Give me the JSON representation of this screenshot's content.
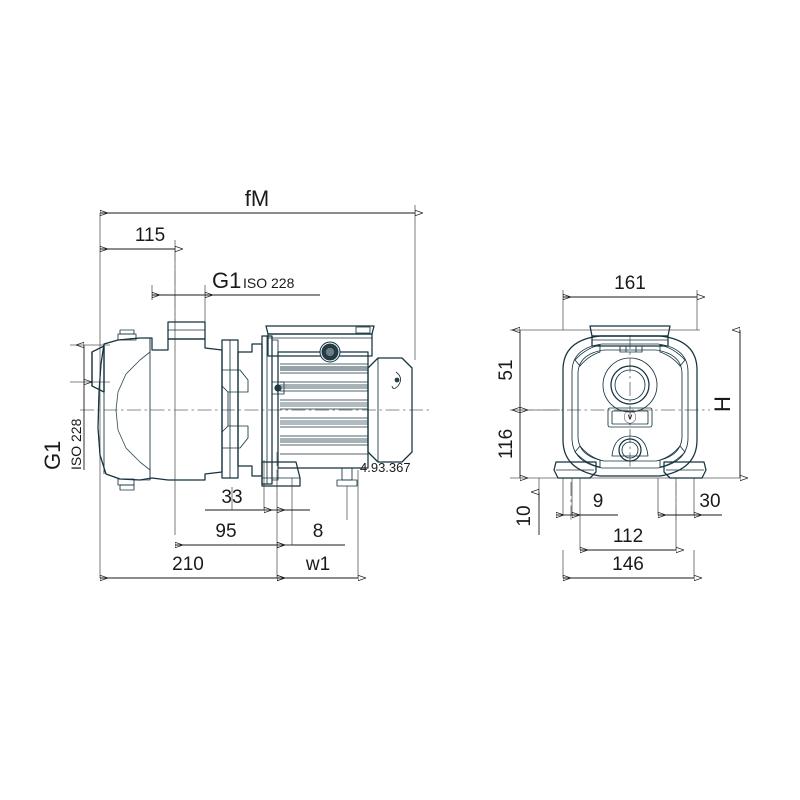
{
  "drawing": {
    "title": "Pump dimensional drawing",
    "background_color": "#ffffff",
    "body_color": "#a4cfe5",
    "line_color": "#15333f",
    "dimension_color": "#1a1a1a",
    "views": {
      "side": {
        "name": "side-elevation-view"
      },
      "front": {
        "name": "front-elevation-view"
      }
    }
  },
  "side_view": {
    "dimensions": {
      "overall_length_label": "fM",
      "suction_offset": "115",
      "port_thread": "G1",
      "port_standard": "ISO 228",
      "inlet_thread": "G1",
      "inlet_standard": "ISO 228",
      "d33": "33",
      "d95": "95",
      "d8": "8",
      "d210": "210",
      "shaft_ext_label": "w1"
    },
    "annotations": {
      "drain_ref": "4.93.367"
    }
  },
  "front_view": {
    "dimensions": {
      "width_161": "161",
      "h51": "51",
      "h116": "116",
      "height_label": "H",
      "foot_10": "10",
      "foot_9": "9",
      "foot_30": "30",
      "bolt_112": "112",
      "base_146": "146"
    },
    "nameplate": "ⓥ"
  }
}
